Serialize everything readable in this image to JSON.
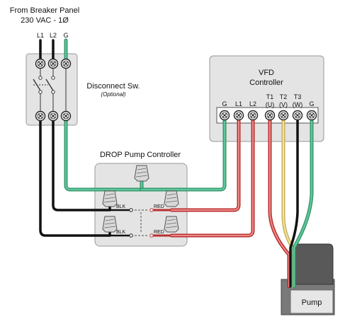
{
  "supply": {
    "title_line1": "From Breaker Panel",
    "title_line2": "230 VAC - 1Ø",
    "terminals": [
      "L1",
      "L2",
      "G"
    ]
  },
  "disconnect": {
    "label": "Disconnect Sw.",
    "note": "(Optional)"
  },
  "vfd": {
    "title_line1": "VFD",
    "title_line2": "Controller",
    "input_terminals": [
      "G",
      "L1",
      "L2"
    ],
    "output_terminals": [
      {
        "top": "T1",
        "bottom": "(U)"
      },
      {
        "top": "T2",
        "bottom": "(V)"
      },
      {
        "top": "T3",
        "bottom": "(W)"
      },
      {
        "top": "G",
        "bottom": ""
      }
    ]
  },
  "drop_controller": {
    "title": "DROP Pump Controller",
    "wire_labels": [
      "BLK",
      "RED",
      "BLK",
      "RED"
    ]
  },
  "pump": {
    "label": "Pump"
  },
  "colors": {
    "black_wire": "#111111",
    "ground_wire": "#3aa57a",
    "red_wire": "#d94848",
    "yellow_wire": "#e8d27a",
    "panel_fill": "#e4e4e4",
    "pump_body": "#555555"
  }
}
